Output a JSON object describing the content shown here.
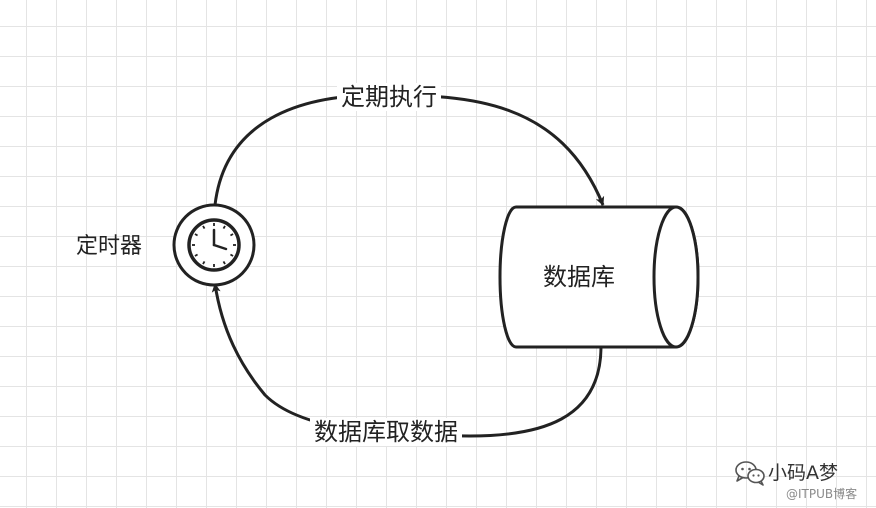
{
  "diagram": {
    "nodes": {
      "timer": {
        "label": "定时器",
        "icon": "clock-icon"
      },
      "database": {
        "label": "数据库",
        "icon": "cylinder-shape"
      }
    },
    "edges": {
      "schedule": {
        "label": "定期执行",
        "from": "timer",
        "to": "database"
      },
      "fetch": {
        "label": "数据库取数据",
        "from": "database",
        "to": "timer"
      }
    }
  },
  "watermark": {
    "brand": "小码A梦",
    "sub": "@ITPUB博客",
    "icon": "wechat-icon"
  },
  "colors": {
    "stroke": "#222222",
    "grid": "#e4e4e4",
    "background": "#ffffff"
  }
}
